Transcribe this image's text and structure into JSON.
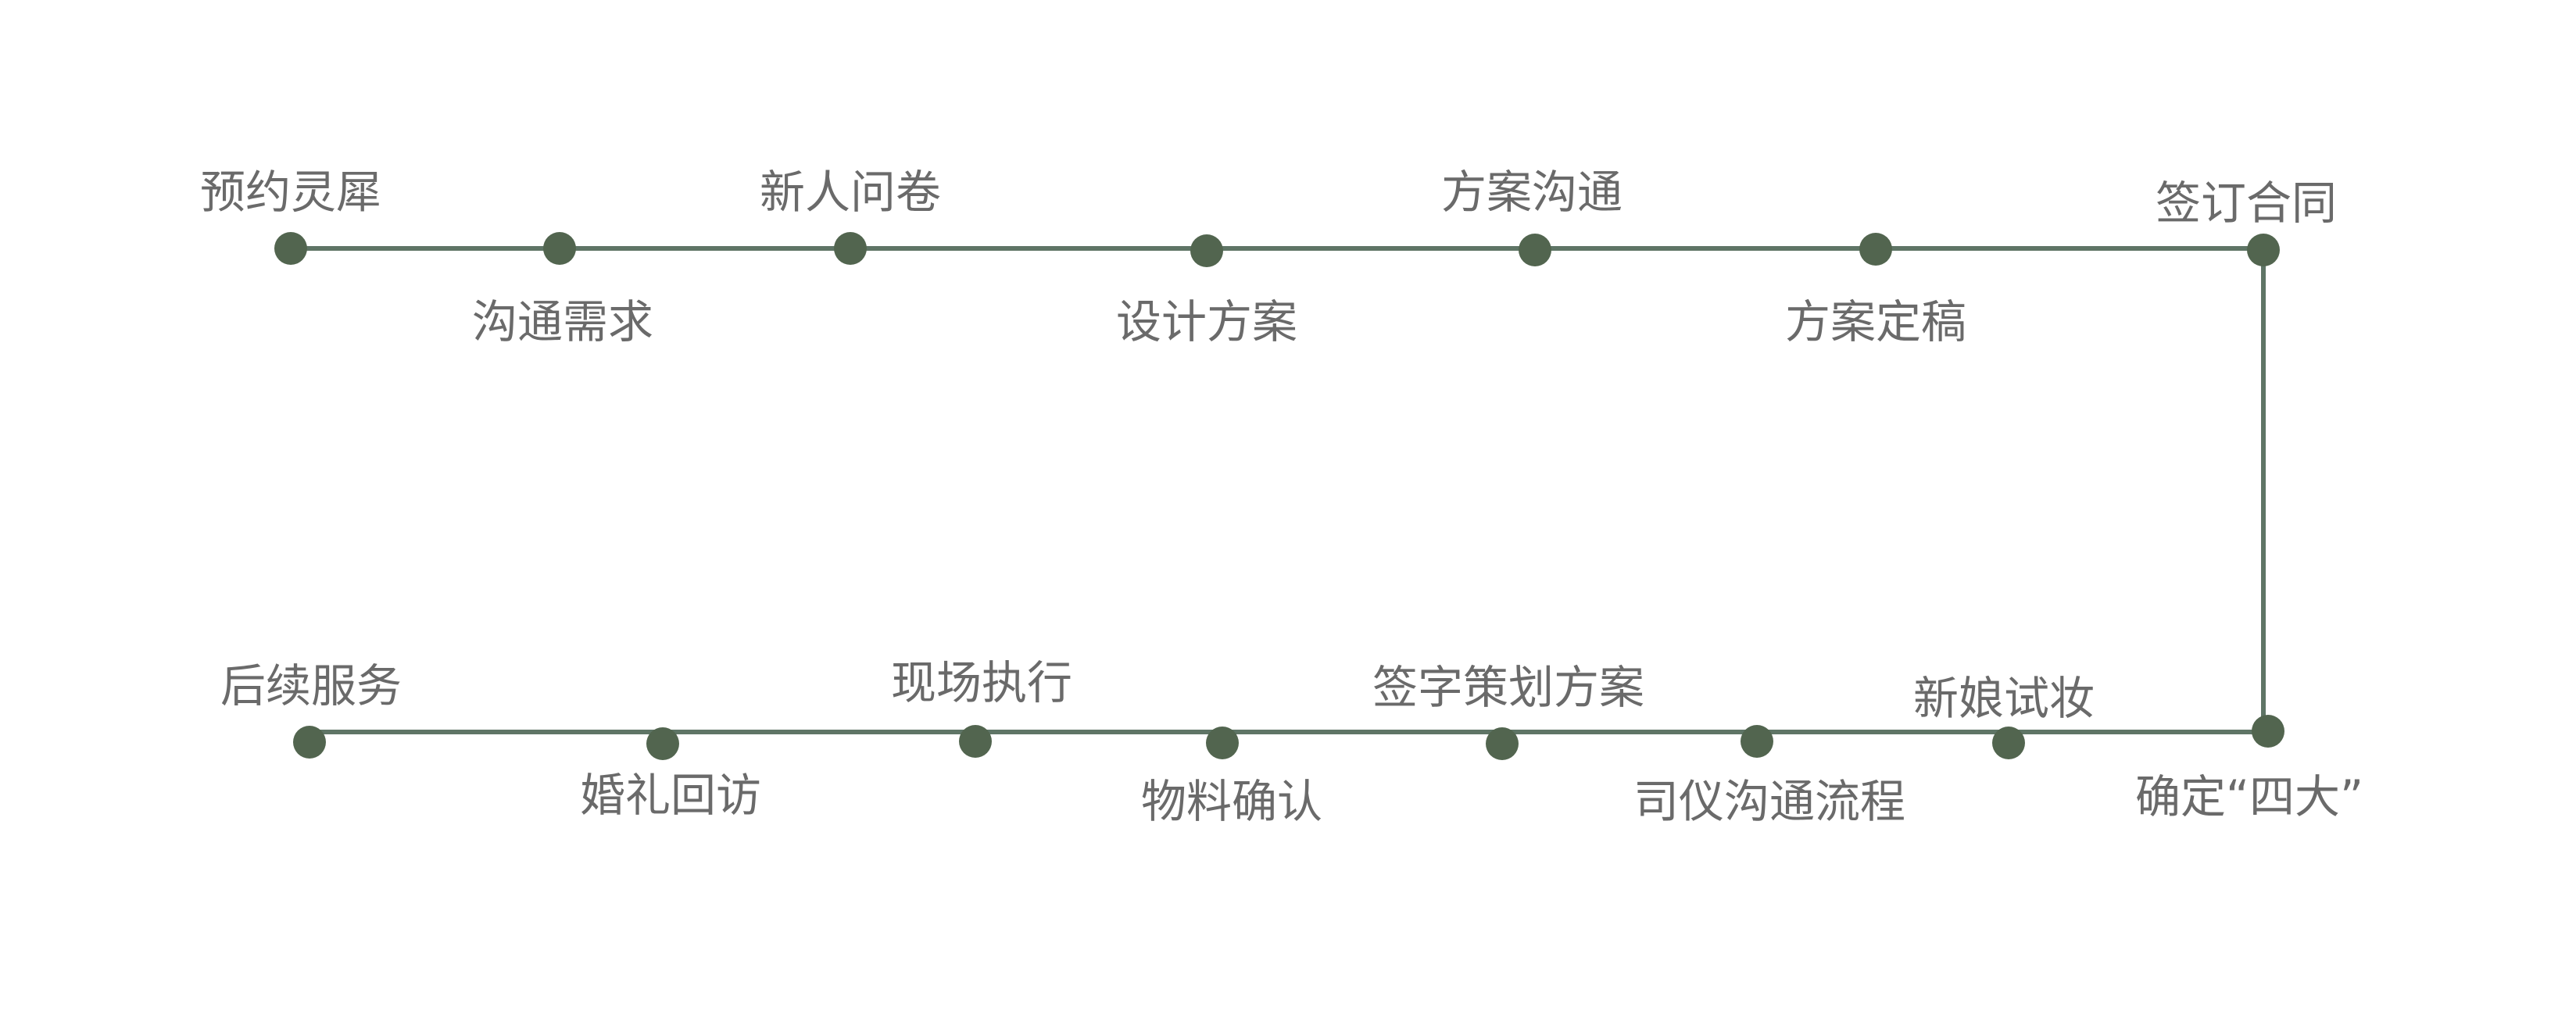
{
  "flow": {
    "top_row": [
      {
        "label": "预约灵犀"
      },
      {
        "label": "沟通需求"
      },
      {
        "label": "新人问卷"
      },
      {
        "label": "设计方案"
      },
      {
        "label": "方案沟通"
      },
      {
        "label": "方案定稿"
      },
      {
        "label": "签订合同"
      }
    ],
    "bottom_row": [
      {
        "label": "后续服务"
      },
      {
        "label": "婚礼回访"
      },
      {
        "label": "现场执行"
      },
      {
        "label": "物料确认"
      },
      {
        "label": "签字策划方案"
      },
      {
        "label": "司仪沟通流程"
      },
      {
        "label": "新娘试妆"
      },
      {
        "label": "确定“四大”"
      }
    ]
  },
  "colors": {
    "line": "#5f7566",
    "node": "#52654f",
    "text": "#6a6a6a"
  }
}
